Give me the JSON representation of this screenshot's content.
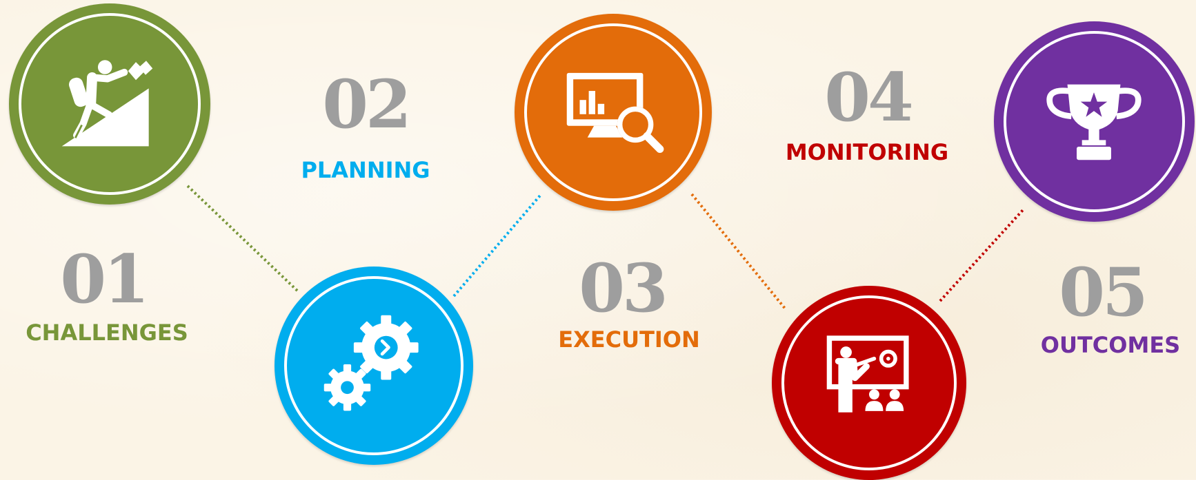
{
  "steps": [
    {
      "number": "01",
      "label": "CHALLENGES",
      "color": "#789639",
      "icon": "climbing-person-icon"
    },
    {
      "number": "02",
      "label": "PLANNING",
      "color": "#00adee",
      "icon": "gears-icon"
    },
    {
      "number": "03",
      "label": "EXECUTION",
      "color": "#e36c0a",
      "icon": "monitor-analytics-icon"
    },
    {
      "number": "04",
      "label": "MONITORING",
      "color": "#c00000",
      "icon": "presentation-icon"
    },
    {
      "number": "05",
      "label": "OUTCOMES",
      "color": "#7030a0",
      "icon": "trophy-icon"
    }
  ]
}
